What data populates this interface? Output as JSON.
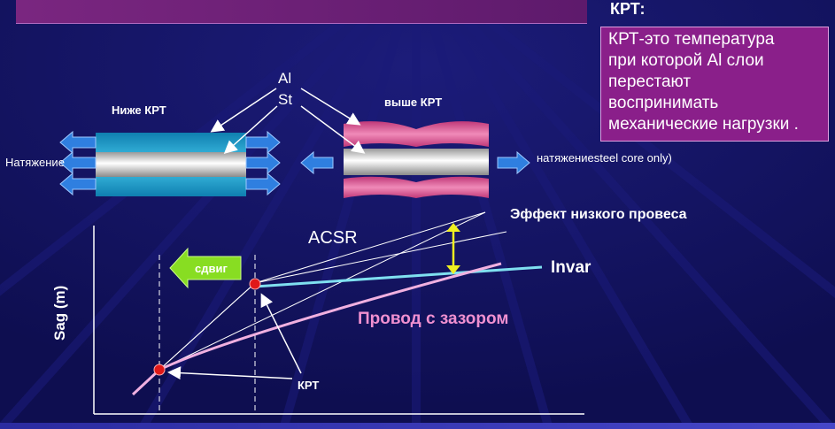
{
  "header": {
    "side_title": "КРТ:"
  },
  "info_box": {
    "lines": [
      "КРТ-это температура",
      "при которой  Al слои",
      "перестают",
      "воспринимать",
      "механические нагрузки ."
    ]
  },
  "conductor_diagram": {
    "label_al": "Al",
    "label_st": "St",
    "below_label": "Ниже  КРТ",
    "above_label": "выше КРТ",
    "tension_left": "Натяжение",
    "tension_right": "натяжениеsteel core only)"
  },
  "sag_plot": {
    "ylabel": "Sag (m)",
    "acsr_label": "ACSR",
    "effect_label": "Эффект  низкого провеса",
    "invar_label": "Invar",
    "gap_label": "Провод с зазором",
    "shift_label": "сдвиг",
    "krt_label": "КРТ"
  },
  "colors": {
    "background": "#12125e",
    "aluminum_blue": "#1fa6d0",
    "aluminum_pink": "#e36aa0",
    "arrow_blue": "#2f7fe0",
    "invar_line": "#7fe0f0",
    "gap_line": "#f0b0e0",
    "gap_label": "#f090d0",
    "point_red": "#e01818",
    "sag_arrow": "#f0f020",
    "shift_arrow": "#88dd22"
  }
}
